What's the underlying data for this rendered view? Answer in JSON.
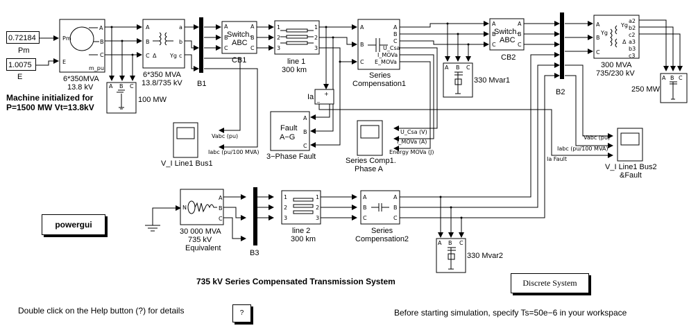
{
  "title": "735 kV Series Compensated Transmission System",
  "help_note": "Double click on the Help button (?) for details",
  "help_button": "?",
  "ts_note": "Before starting simulation, specify Ts=50e−6 in your workspace",
  "machine_note": [
    "Machine initialized for",
    "P=1500 MW Vt=13.8kV"
  ],
  "powergui": "powergui",
  "discrete_system": "Discrete System",
  "constants": {
    "pm": {
      "value": "0.72184",
      "label": "Pm"
    },
    "e": {
      "value": "1.0075",
      "label": "E"
    }
  },
  "blocks": {
    "machine": {
      "label1": "6*350MVA",
      "label2": "13.8 kV",
      "ports_in": [
        "Pm",
        "E"
      ],
      "ports_out": [
        "A",
        "B",
        "C",
        "m_pu"
      ]
    },
    "transformer1": {
      "label1": "6*350 MVA",
      "label2": "13.8/735 kV",
      "ports_in": [
        "A",
        "B",
        "C"
      ],
      "ports_out": [
        "a",
        "b",
        "c"
      ],
      "winding_left": "Δ",
      "winding_right": "Yg"
    },
    "load_100mw": {
      "label": "100 MW"
    },
    "bus_b1": {
      "label": "B1"
    },
    "cb1": {
      "label": "CB1",
      "text1": "Switch.",
      "text2": "ABC",
      "ports": [
        "A",
        "B",
        "C"
      ]
    },
    "line1": {
      "label1": "line 1",
      "label2": "300  km",
      "ports": [
        "1",
        "2",
        "3"
      ]
    },
    "series_comp1": {
      "label1": "Series",
      "label2": "Compensation1",
      "ports_in": [
        "A",
        "B",
        "C"
      ],
      "ports_out": [
        "A",
        "B",
        "C",
        "U_Csa",
        "I_MOVa",
        "E_MOVa"
      ]
    },
    "meas_ia": {
      "label": "Ia",
      "plus": "+",
      "minus": "_"
    },
    "fault": {
      "text1": "Fault",
      "text2": "A−G",
      "label": "3−Phase Fault",
      "ports": [
        "A",
        "B",
        "C"
      ]
    },
    "scope_bus1": {
      "label": "V_I Line1  Bus1",
      "signals": [
        "Vabc (pu)",
        "Iabc (pu/100 MVA)"
      ]
    },
    "scope_comp1": {
      "label1": "Series Comp1.",
      "label2": "Phase  A",
      "signals": [
        "U_Csa (V)",
        "I_MOVa (A)",
        "Energy MOVa  (J)"
      ]
    },
    "shunt_330_1": {
      "label": "330 Mvar1"
    },
    "cb2": {
      "label": "CB2",
      "text1": "Switch.",
      "text2": "ABC",
      "ports": [
        "A",
        "B",
        "C"
      ]
    },
    "bus_b2": {
      "label": "B2"
    },
    "transformer2": {
      "label1": "300 MVA",
      "label2": "735/230 kV",
      "ports_in": [
        "A",
        "B",
        "C"
      ],
      "ports_out": [
        "a2",
        "b2",
        "c2",
        "a3",
        "b3",
        "c3"
      ],
      "yg1": "Yg",
      "yg2": "Yg",
      "delta": "Δ"
    },
    "load_250mw": {
      "label": "250 MW"
    },
    "scope_bus2": {
      "label1": "V_I Line1  Bus2",
      "label2": "&Fault",
      "signals": [
        "Vabc (pu)",
        "Iabc (pu/100 MVA)",
        "Ia Fault"
      ]
    },
    "equivalent": {
      "label1": "30 000 MVA",
      "label2": "735 kV",
      "label3": "Equivalent",
      "port_n": "N",
      "ports_out": [
        "A",
        "B",
        "C"
      ]
    },
    "bus_b3": {
      "label": "B3"
    },
    "line2": {
      "label1": "line 2",
      "label2": "300 km",
      "ports": [
        "1",
        "2",
        "3"
      ]
    },
    "series_comp2": {
      "label1": "Series",
      "label2": "Compensation2",
      "ports": [
        "A",
        "B",
        "C"
      ]
    },
    "shunt_330_2": {
      "label": "330 Mvar2"
    }
  },
  "load_port_labels": [
    "A",
    "B",
    "C"
  ]
}
